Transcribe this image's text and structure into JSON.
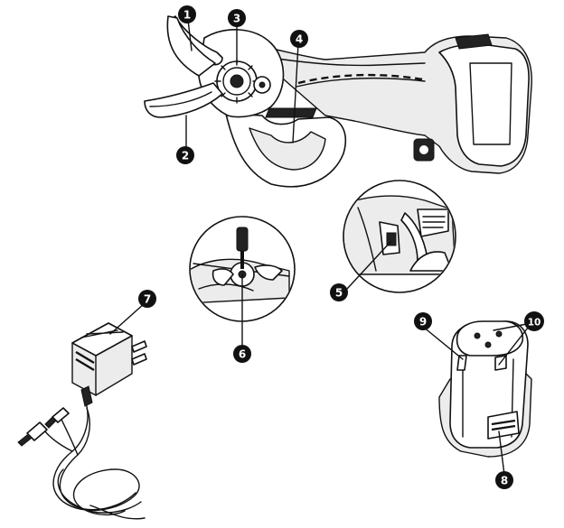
{
  "figure": {
    "components": [
      {
        "number": "1",
        "part": "upper-blade"
      },
      {
        "number": "2",
        "part": "lower-blade"
      },
      {
        "number": "3",
        "part": "blade-gear"
      },
      {
        "number": "4",
        "part": "trigger"
      },
      {
        "number": "5",
        "part": "safety-switch"
      },
      {
        "number": "6",
        "part": "blade-adjustment-screw"
      },
      {
        "number": "7",
        "part": "charger"
      },
      {
        "number": "8",
        "part": "battery-release-button"
      },
      {
        "number": "9",
        "part": "battery-pack"
      },
      {
        "number": "10",
        "part": "battery-terminals"
      }
    ],
    "colors": {
      "ink": "#111111",
      "shade": "#e6e6e6",
      "badge": "#111111"
    }
  }
}
